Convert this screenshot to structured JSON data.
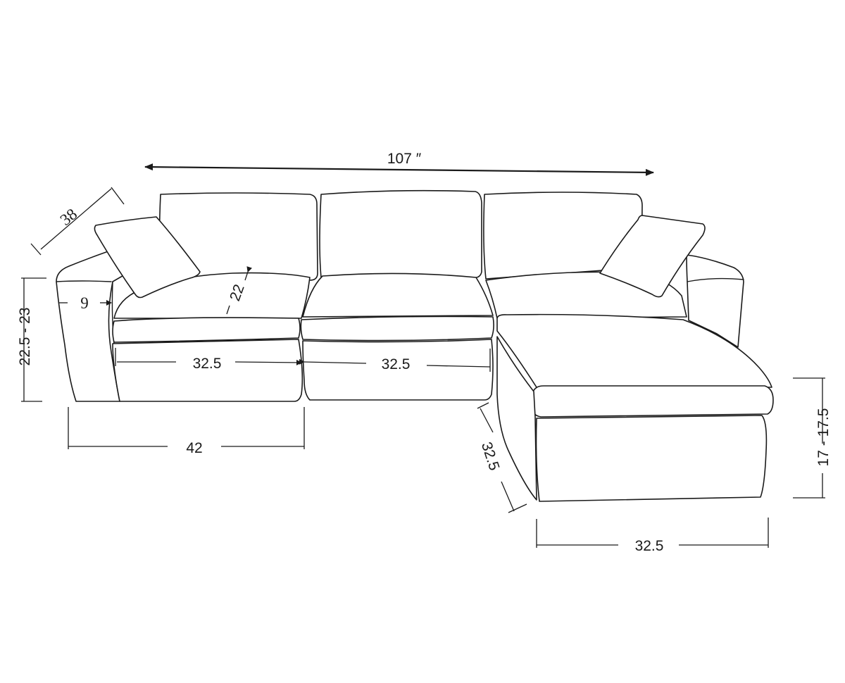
{
  "dimensions": {
    "overall_width": "107 ″",
    "depth": "38",
    "arm_width": "9",
    "seat_depth": "22",
    "height": "22.5 - 23",
    "seat_width_left": "32.5",
    "seat_width_middle": "32.5",
    "left_section_width": "42",
    "chaise_length": "32.5",
    "chaise_width": "32.5",
    "seat_height": "17 - 17.5"
  },
  "colors": {
    "line": "#1a1a1a",
    "background": "#ffffff"
  }
}
